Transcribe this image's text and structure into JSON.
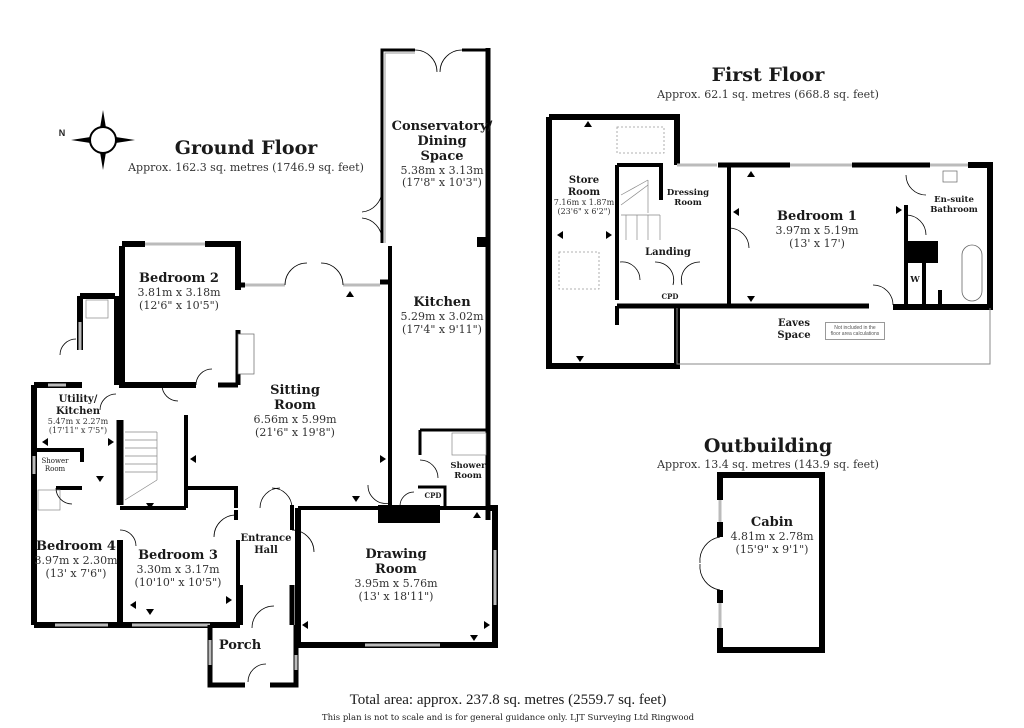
{
  "compass": {
    "label": "N"
  },
  "ground_floor": {
    "title": "Ground Floor",
    "area": "Approx. 162.3 sq. metres (1746.9 sq. feet)",
    "rooms": [
      {
        "name": "Conservatory/",
        "name2": "Dining",
        "name3": "Space",
        "metric": "5.38m x 3.13m",
        "imperial": "(17'8\" x 10'3\")"
      },
      {
        "name": "Bedroom 2",
        "metric": "3.81m x 3.18m",
        "imperial": "(12'6\" x 10'5\")"
      },
      {
        "name": "Kitchen",
        "metric": "5.29m x 3.02m",
        "imperial": "(17'4\" x 9'11\")"
      },
      {
        "name": "Utility/",
        "name2": "Kitchen",
        "metric": "5.47m x 2.27m",
        "imperial": "(17'11\" x 7'5\")"
      },
      {
        "name": "Sitting",
        "name2": "Room",
        "metric": "6.56m x 5.99m",
        "imperial": "(21'6\" x 19'8\")"
      },
      {
        "name": "Shower",
        "name2": "Room"
      },
      {
        "name": "Shower",
        "name2": "Room"
      },
      {
        "name": "CPD"
      },
      {
        "name": "Bedroom 4",
        "metric": "3.97m x 2.30m",
        "imperial": "(13' x 7'6\")"
      },
      {
        "name": "Bedroom 3",
        "metric": "3.30m x 3.17m",
        "imperial": "(10'10\" x 10'5\")"
      },
      {
        "name": "Entrance",
        "name2": "Hall"
      },
      {
        "name": "Drawing",
        "name2": "Room",
        "metric": "3.95m x 5.76m",
        "imperial": "(13' x 18'11\")"
      },
      {
        "name": "Porch"
      }
    ]
  },
  "first_floor": {
    "title": "First Floor",
    "area": "Approx. 62.1 sq. metres (668.8 sq. feet)",
    "rooms": [
      {
        "name": "Store",
        "name2": "Room",
        "metric": "7.16m x 1.87m",
        "imperial": "(23'6\" x 6'2\")"
      },
      {
        "name": "Dressing",
        "name2": "Room"
      },
      {
        "name": "Bedroom 1",
        "metric": "3.97m x 5.19m",
        "imperial": "(13' x 17')"
      },
      {
        "name": "En-suite",
        "name2": "Bathroom"
      },
      {
        "name": "Landing"
      },
      {
        "name": "CPD"
      },
      {
        "name": "W"
      },
      {
        "name": "Eaves",
        "name2": "Space"
      }
    ],
    "eaves_note": "Not included in the floor area calculations"
  },
  "outbuilding": {
    "title": "Outbuilding",
    "area": "Approx. 13.4 sq. metres (143.9 sq. feet)",
    "rooms": [
      {
        "name": "Cabin",
        "metric": "4.81m x 2.78m",
        "imperial": "(15'9\" x 9'1\")"
      }
    ]
  },
  "footer": {
    "total": "Total area: approx. 237.8 sq. metres (2559.7 sq. feet)",
    "disclaimer": "This plan is not to scale and is for general guidance only. LJT Surveying Ltd Ringwood"
  },
  "colors": {
    "wall": "#000000",
    "window": "#cfcfcf",
    "background": "#ffffff"
  }
}
